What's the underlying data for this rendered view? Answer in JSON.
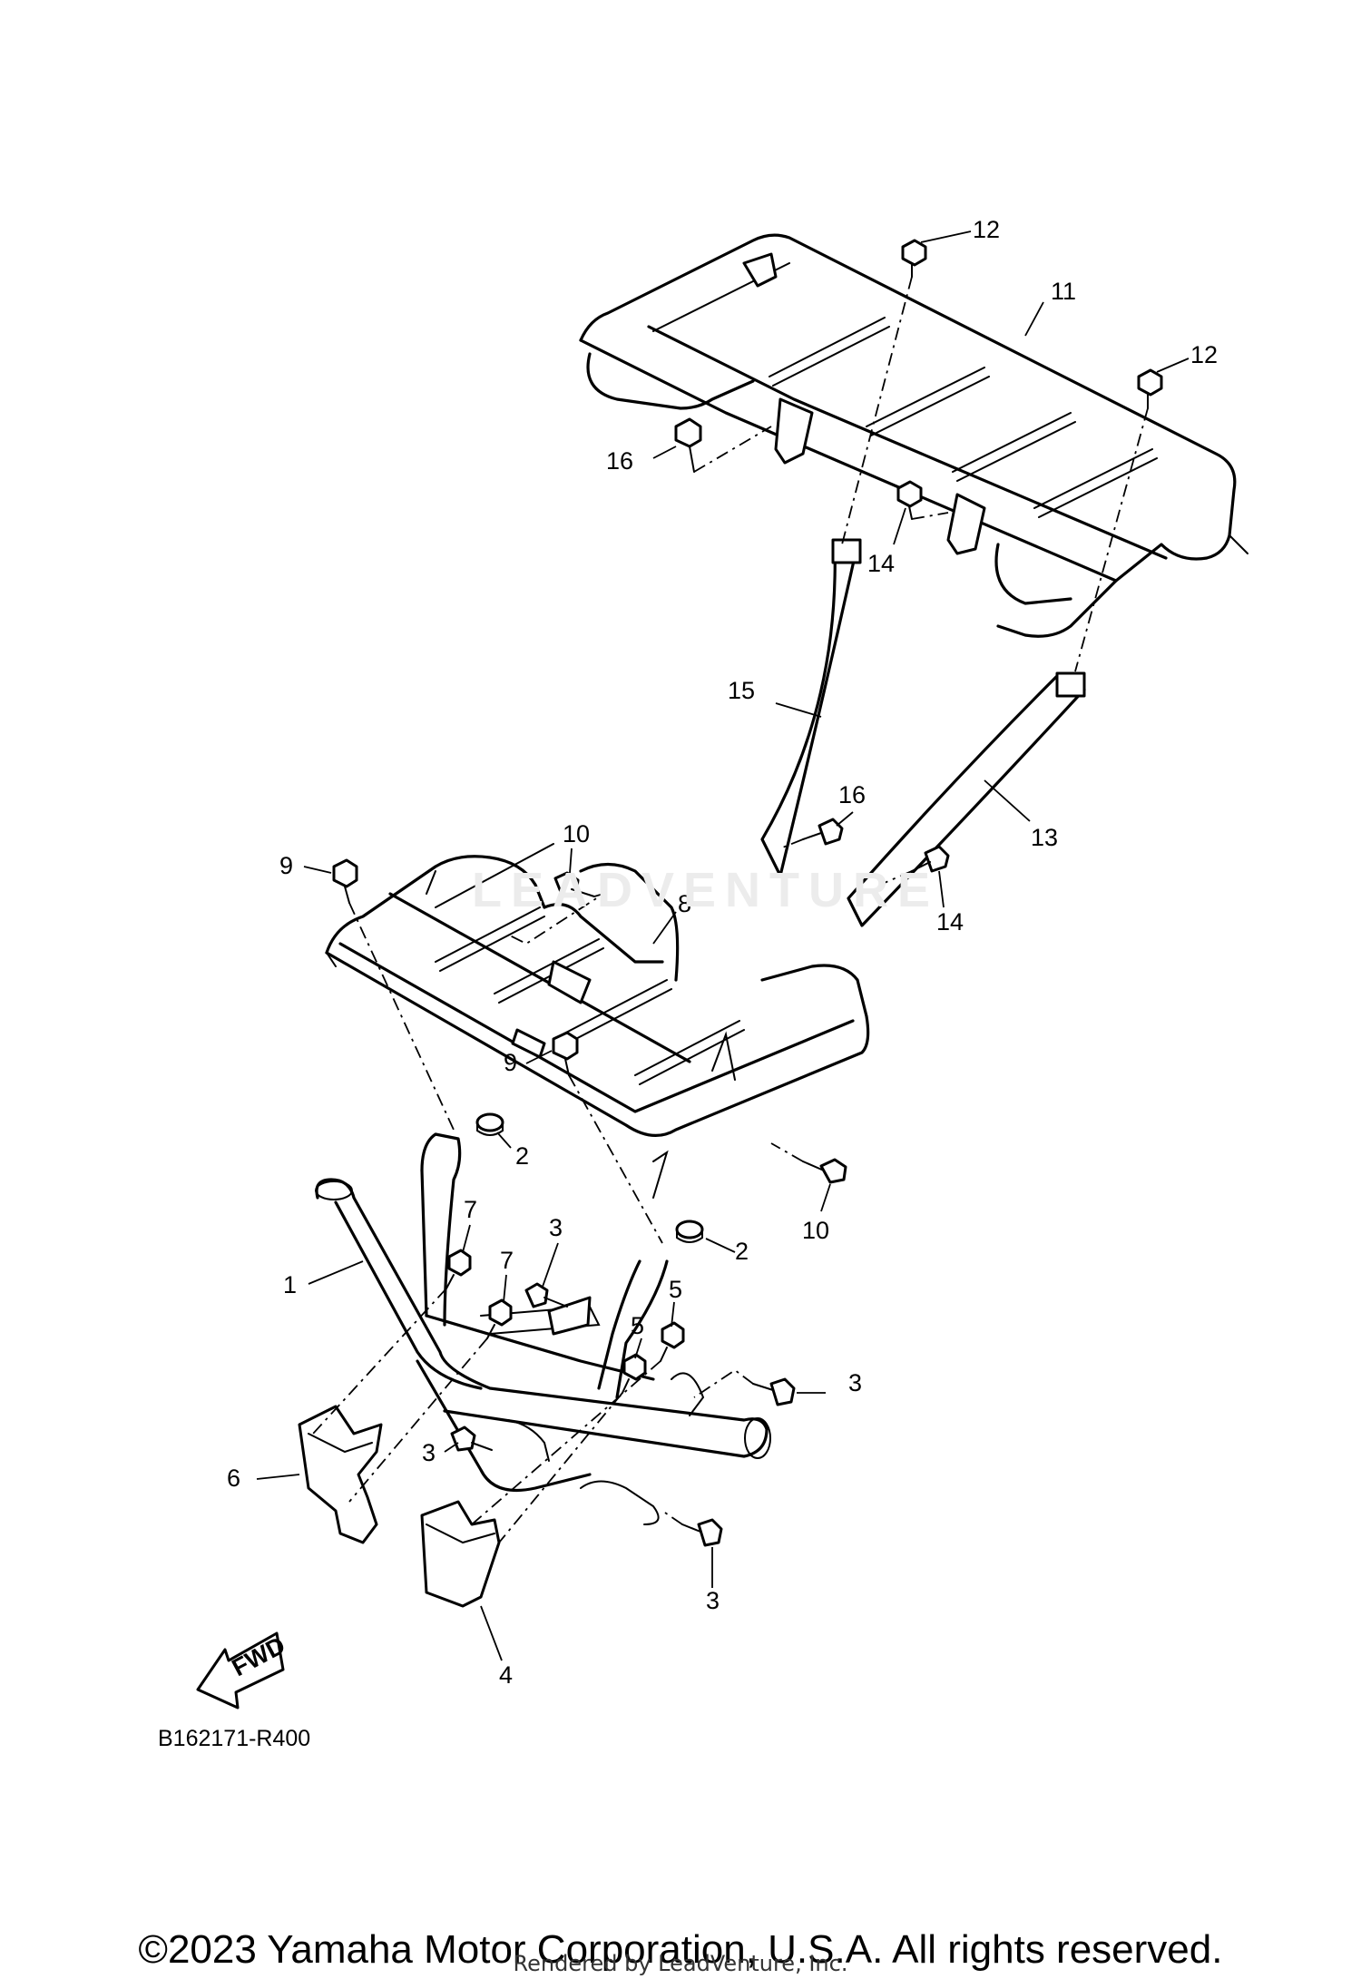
{
  "diagram_code": "B162171-R400",
  "fwd_label": "FWD",
  "watermark": "LEADVENTURE",
  "copyright": "©2023 Yamaha Motor Corporation, U.S.A. All rights reserved.",
  "rendered_by": "Rendered by LeadVenture, Inc.",
  "callouts": [
    "1",
    "2",
    "2",
    "3",
    "3",
    "3",
    "3",
    "4",
    "5",
    "5",
    "6",
    "7",
    "7",
    "8",
    "9",
    "9",
    "10",
    "10",
    "11",
    "12",
    "12",
    "13",
    "14",
    "14",
    "15",
    "16",
    "16"
  ]
}
